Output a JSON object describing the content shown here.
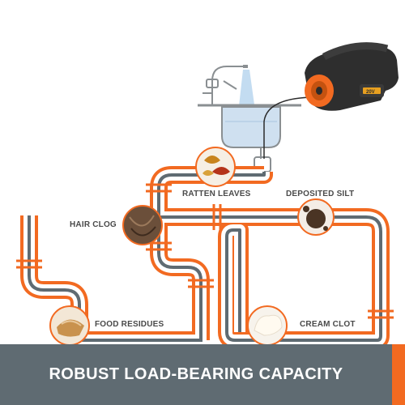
{
  "labels": {
    "ratten_leaves": "RATTEN LEAVES",
    "deposited_silt": "DEPOSITED SILT",
    "hair_clog": "HAIR CLOG",
    "food_residues": "FOOD RESIDUES",
    "cream_clot": "CREAM CLOT"
  },
  "device": {
    "badge": "20V"
  },
  "banner": {
    "text": "ROBUST LOAD-BEARING CAPACITY"
  },
  "colors": {
    "pipe_orange": "#f26a21",
    "pipe_gray": "#5f6b72",
    "banner": "#5f6b72",
    "accent": "#f26a21"
  }
}
